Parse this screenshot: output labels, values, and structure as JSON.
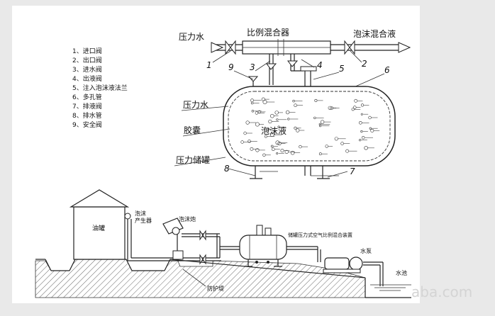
{
  "top": {
    "mixer_label": "比例混合器",
    "inlet_label": "压力水",
    "outlet_label": "泡沫混合液",
    "callouts": [
      "1",
      "3",
      "9",
      "4",
      "5",
      "2",
      "6",
      "8",
      "7"
    ],
    "tank_labels": {
      "pressure_water": "压力水",
      "bladder": "胶囊",
      "tank": "压力储罐",
      "foam_liquid": "泡沫液"
    }
  },
  "legend": [
    "1、进口阀",
    "2、出口阀",
    "3、进水阀",
    "4、出液阀",
    "5、注入泡沫液法兰",
    "6、多孔管",
    "7、排液阀",
    "8、排水管",
    "9、安全阀"
  ],
  "bottom": {
    "oil_tank": "油罐",
    "foam_generator": "泡沫\n产生器",
    "foam_cannon": "泡沫炮",
    "device": "储罐压力式空气比例混合装置",
    "pump": "水泵",
    "pool": "水池",
    "dike": "防护堤"
  },
  "watermark": "aba.com"
}
